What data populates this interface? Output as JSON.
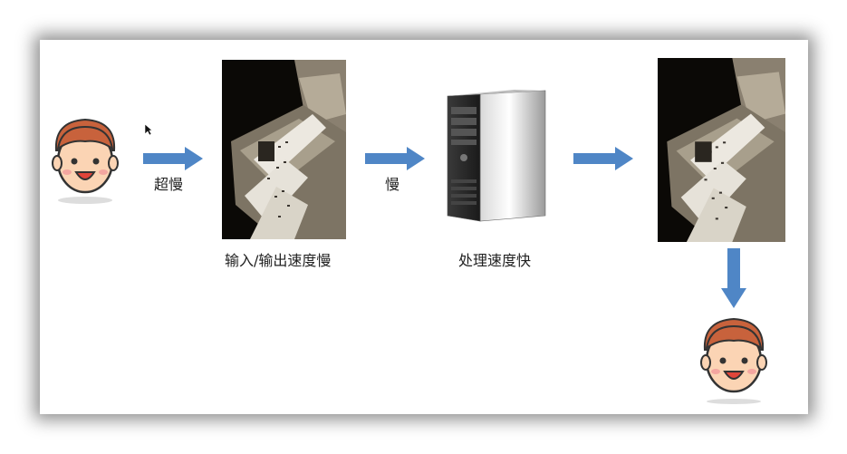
{
  "slide": {
    "arrow1_label": "超慢",
    "arrow2_label": "慢",
    "io_caption": "输入/输出速度慢",
    "cpu_caption": "处理速度快"
  },
  "colors": {
    "arrow": "#4f86c6",
    "face_skin": "#fbd4b4",
    "face_hair": "#c8623c"
  },
  "icons": [
    "user-face-icon",
    "arrow-right-icon",
    "punch-card-reader-photo",
    "desktop-computer-icon",
    "arrow-down-icon",
    "mouse-cursor-icon"
  ]
}
